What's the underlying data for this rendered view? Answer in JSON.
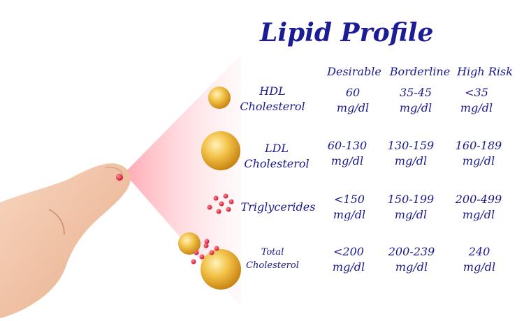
{
  "title": "Lipid Profile",
  "columns": [
    "Desirable",
    "Borderline",
    "High Risk"
  ],
  "rows": [
    {
      "label_line1": "HDL",
      "label_line2": "Cholesterol",
      "icon": "small-gold-sphere-icon",
      "cells": [
        {
          "value": "60",
          "unit": "mg/dl"
        },
        {
          "value": "35-45",
          "unit": "mg/dl"
        },
        {
          "value": "<35",
          "unit": "mg/dl"
        }
      ]
    },
    {
      "label_line1": "LDL",
      "label_line2": "Cholesterol",
      "icon": "large-gold-sphere-icon",
      "cells": [
        {
          "value": "60-130",
          "unit": "mg/dl"
        },
        {
          "value": "130-159",
          "unit": "mg/dl"
        },
        {
          "value": "160-189",
          "unit": "mg/dl"
        }
      ]
    },
    {
      "label_line1": "Triglycerides",
      "label_line2": "",
      "icon": "red-dots-icon",
      "cells": [
        {
          "value": "<150",
          "unit": "mg/dl"
        },
        {
          "value": "150-199",
          "unit": "mg/dl"
        },
        {
          "value": "200-499",
          "unit": "mg/dl"
        }
      ]
    },
    {
      "label_line1": "Total",
      "label_line2": "Cholesterol",
      "icon": "mixed-spheres-icon",
      "cells": [
        {
          "value": "<200",
          "unit": "mg/dl"
        },
        {
          "value": "200-239",
          "unit": "mg/dl"
        },
        {
          "value": "240",
          "unit": "mg/dl"
        }
      ]
    }
  ],
  "colors": {
    "text": "#1a1a8c",
    "gold": "#e8a92a",
    "red_dot": "#e3203a",
    "skin": "#f0c4a8"
  }
}
